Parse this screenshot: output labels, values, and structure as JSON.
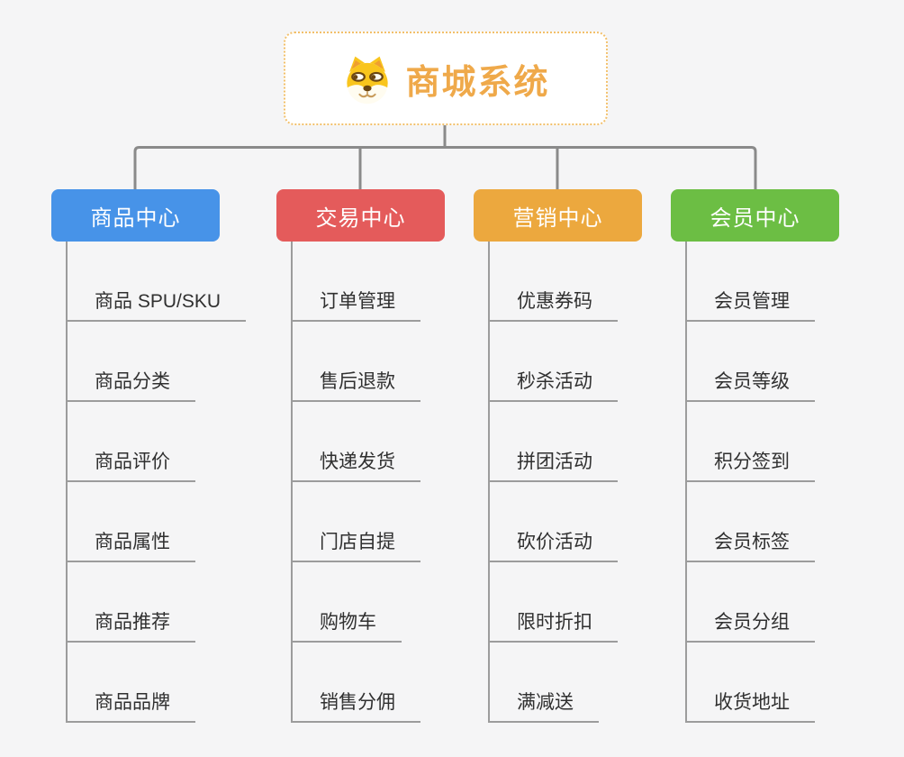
{
  "background": "#f5f5f6",
  "connector_color": "#8a8a8a",
  "leaf_line_color": "#9c9c9c",
  "leaf_text_color": "#303030",
  "root": {
    "label": "商城系统",
    "icon": "doge-dog-face-icon",
    "text_color": "#efa94a",
    "border_color": "#f2c06b"
  },
  "branches": [
    {
      "label": "商品中心",
      "color": "#4793e8",
      "items": [
        "商品 SPU/SKU",
        "商品分类",
        "商品评价",
        "商品属性",
        "商品推荐",
        "商品品牌"
      ]
    },
    {
      "label": "交易中心",
      "color": "#e45b5b",
      "items": [
        "订单管理",
        "售后退款",
        "快递发货",
        "门店自提",
        "购物车",
        "销售分佣"
      ]
    },
    {
      "label": "营销中心",
      "color": "#eca83e",
      "items": [
        "优惠券码",
        "秒杀活动",
        "拼团活动",
        "砍价活动",
        "限时折扣",
        "满减送"
      ]
    },
    {
      "label": "会员中心",
      "color": "#6cbe44",
      "items": [
        "会员管理",
        "会员等级",
        "积分签到",
        "会员标签",
        "会员分组",
        "收货地址"
      ]
    }
  ]
}
